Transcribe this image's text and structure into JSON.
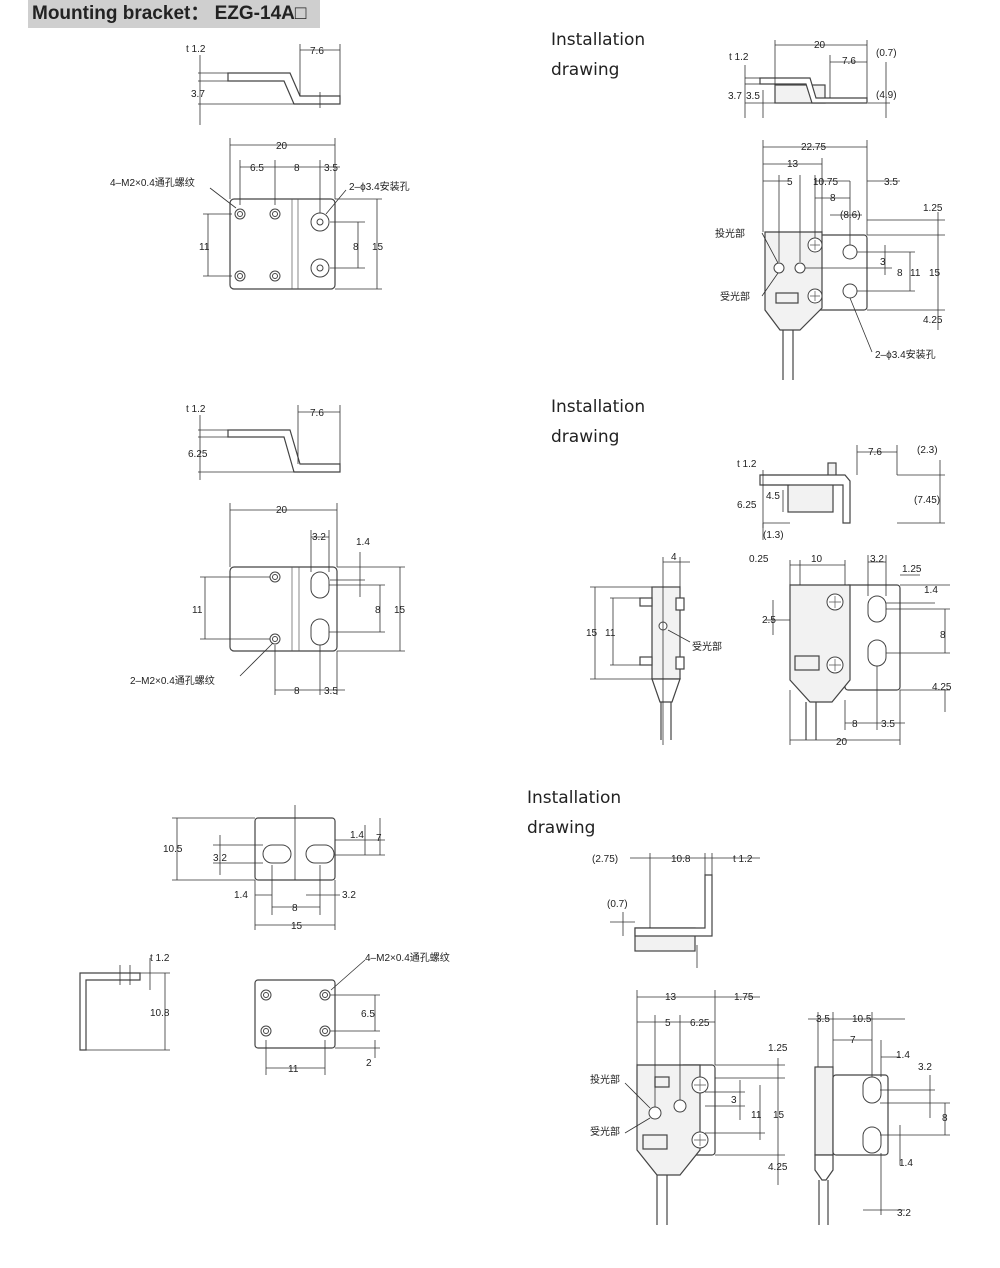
{
  "title": "Mounting bracket：  EZG-14A□",
  "installation_labels": {
    "a": [
      "Installation",
      "drawing"
    ],
    "b": [
      "Installation",
      "drawing"
    ],
    "c": [
      "Installation",
      "drawing"
    ]
  },
  "dims": {
    "t12": "t 1.2",
    "d76": "7.6",
    "d37": "3.7",
    "d20": "20",
    "d65": "6.5",
    "d8": "8",
    "d35": "3.5",
    "d11": "11",
    "d15": "15",
    "m2x4": "4–M2×0.4通孔螺纹",
    "hole34": "2–ϕ3.4安装孔",
    "d625": "6.25",
    "d32": "3.2",
    "d14": "1.4",
    "m2x2": "2–M2×0.4通孔螺纹",
    "d105": "10.5",
    "d7": "7",
    "d108": "10.8",
    "d2": "2",
    "d07p": "(0.7)",
    "d49p": "(4.9)",
    "d2275": "22.75",
    "d13": "13",
    "d5": "5",
    "d1075": "10.75",
    "d86p": "(8.6)",
    "d125": "1.25",
    "d3": "3",
    "d425": "4.25",
    "tou": "投光部",
    "shou": "受光部",
    "d23p": "(2.3)",
    "d745p": "(7.45)",
    "d45": "4.5",
    "d13p": "(1.3)",
    "d4": "4",
    "d025": "0.25",
    "d10": "10",
    "d25": "2.5",
    "d275p": "(2.75)",
    "d175": "1.75"
  }
}
